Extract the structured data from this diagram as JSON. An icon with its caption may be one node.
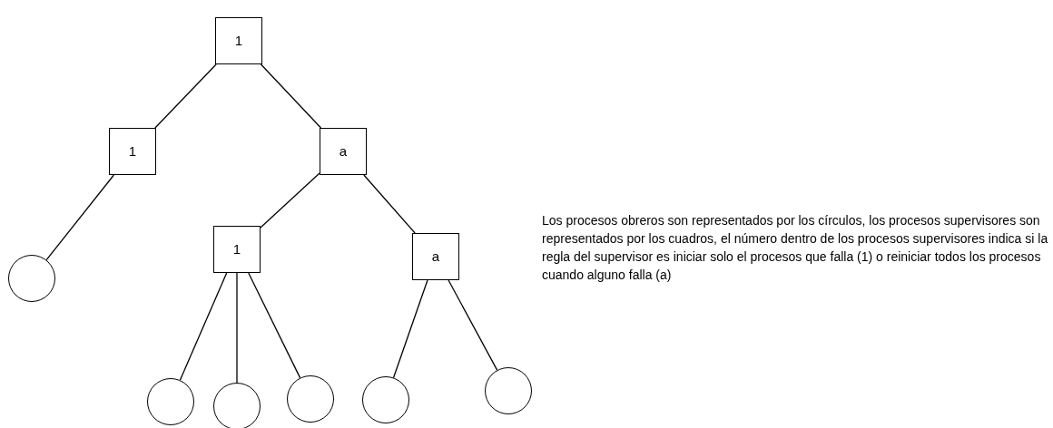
{
  "diagram": {
    "nodes": [
      {
        "text": [
          "1"
        ]
      },
      {
        "text": [
          "1"
        ]
      },
      {
        "text": [
          "a"
        ]
      },
      {
        "text": [],
        "shape": "circle"
      },
      {
        "text": [
          "1"
        ]
      },
      {
        "text": [
          "a"
        ]
      },
      {
        "text": [],
        "shape": "circle"
      },
      {
        "text": [],
        "shape": "circle"
      },
      {
        "text": [],
        "shape": "circle"
      },
      {
        "text": [],
        "shape": "circle"
      },
      {
        "text": [],
        "shape": "circle"
      }
    ],
    "edges": [
      {
        "from": 0,
        "to": 1,
        "arrow": "none"
      },
      {
        "from": 0,
        "to": 2,
        "arrow": "none"
      },
      {
        "from": 1,
        "to": 3,
        "arrow": "none"
      },
      {
        "from": 2,
        "to": 4,
        "arrow": "none"
      },
      {
        "from": 2,
        "to": 5,
        "arrow": "none"
      },
      {
        "from": 4,
        "to": 6,
        "arrow": "none"
      },
      {
        "from": 4,
        "to": 7,
        "arrow": "none"
      },
      {
        "from": 4,
        "to": 8,
        "arrow": "none"
      },
      {
        "from": 5,
        "to": 9,
        "arrow": "none"
      },
      {
        "from": 5,
        "to": 10,
        "arrow": "none"
      }
    ],
    "labels": [
      "Los procesos obreros son representados por los círculos, los procesos supervisores son representados por los cuadros, el número dentro de los procesos supervisores indica si la regla del supervisor es iniciar solo el procesos que falla (1) o reiniciar todos los procesos cuando alguno falla (a)"
    ]
  }
}
